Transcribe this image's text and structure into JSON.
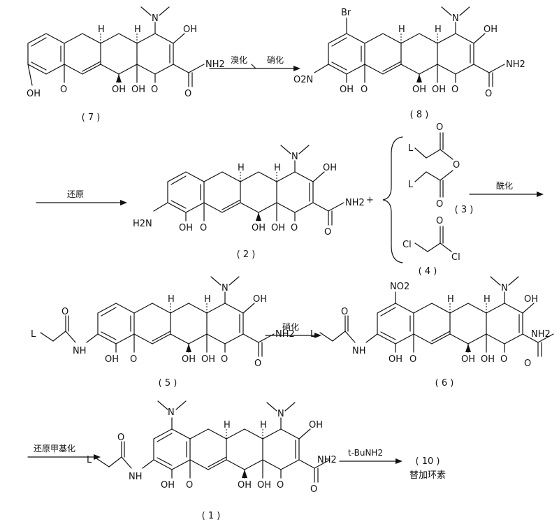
{
  "labels": {
    "c7": "( 7 )",
    "c8": "( 8 )",
    "c2": "( 2 )",
    "c3": "( 3 )",
    "c4": "( 4 )",
    "c5": "( 5 )",
    "c6": "( 6 )",
    "c1": "( 1 )",
    "c10": "( 10 )",
    "product_name": "替加环素"
  },
  "arrows": {
    "a1_step1": "溴化",
    "a1_step2": "硝化",
    "a2": "还原",
    "a3": "酰化",
    "a4": "硝化",
    "a5": "还原甲基化",
    "a6": "t-BuNH2"
  },
  "atoms": {
    "OH": "OH",
    "NH2": "NH2",
    "H2N": "H2N",
    "O": "O",
    "N": "N",
    "H": "H",
    "Br": "Br",
    "O2N": "O2N",
    "NO2": "NO2",
    "NH": "NH",
    "Cl": "Cl",
    "L": "L"
  },
  "plus": "+"
}
